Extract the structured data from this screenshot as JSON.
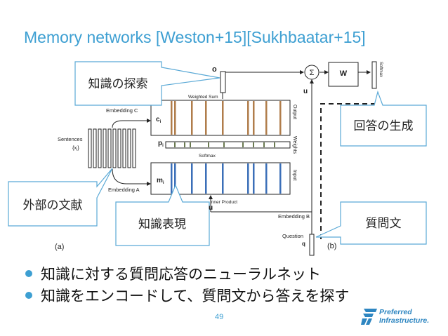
{
  "title": "Memory networks [Weston+15][Sukhbaatar+15]",
  "callouts": {
    "knowledge_search": "知識の探索",
    "answer_generation": "回答の生成",
    "external_documents": "外部の文献",
    "knowledge_representation": "知識表現",
    "question_sentence": "質問文"
  },
  "diagram": {
    "o_label": "o",
    "sigma_label": "Σ",
    "w_label": "W",
    "softmax_vertical": "Softmax",
    "weighted_sum": "Weighted Sum",
    "embedding_c": "Embedding C",
    "ci_label": "c",
    "ci_sub": "i",
    "output_label": "Output",
    "pi_label": "p",
    "pi_sub": "i",
    "weights_label": "Weights",
    "softmax_label": "Softmax",
    "sentences_label": "Sentences",
    "sentences_sub": "{x",
    "sentences_sub_i": "i",
    "sentences_sub_close": "}",
    "mi_label": "m",
    "mi_sub": "i",
    "input_label": "Input",
    "embedding_a": "Embedding A",
    "u_label": "u",
    "u_label_bottom": "u",
    "inner_product": "Inner Product",
    "embedding_b": "Embedding B",
    "question_label": "Question",
    "q_label": "q",
    "panel_a": "(a)",
    "panel_b": "(b)"
  },
  "bullets": [
    "知識に対する質問応答のニューラルネット",
    "知識をエンコードして、質問文から答えを探す"
  ],
  "page_number": "49",
  "logo": {
    "line1": "Preferred",
    "line2": "Infrastructure."
  },
  "colors": {
    "accent": "#3d9fd2",
    "callout_border": "#5aa9d6",
    "output_stripe": "#b07d4b",
    "input_stripe": "#3b6fb8"
  }
}
